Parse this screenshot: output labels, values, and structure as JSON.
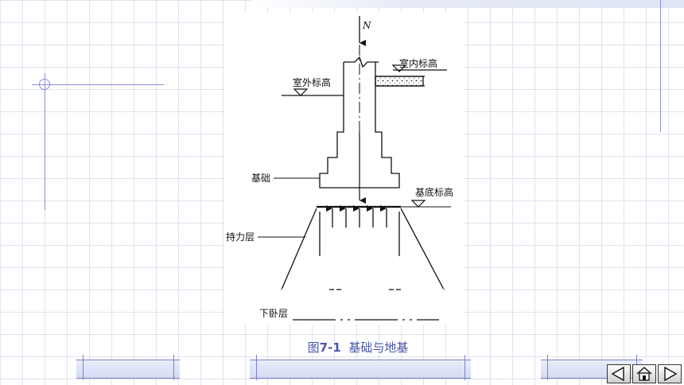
{
  "diagram": {
    "load_label": "N",
    "indoor_level": "室内标高",
    "outdoor_level": "室外标高",
    "foundation": "基础",
    "base_level": "基底标高",
    "bearing_layer": "持力层",
    "underlying_layer": "下卧层"
  },
  "caption": {
    "prefix": "图",
    "number": "7-1",
    "text": "基础与地基"
  },
  "colors": {
    "accent": "#4b55a8",
    "grid": "#c6cce2",
    "line": "#8890d8"
  },
  "nav": {
    "prev_icon": "arrow-left-icon",
    "home_icon": "home-icon",
    "next_icon": "arrow-right-icon"
  }
}
